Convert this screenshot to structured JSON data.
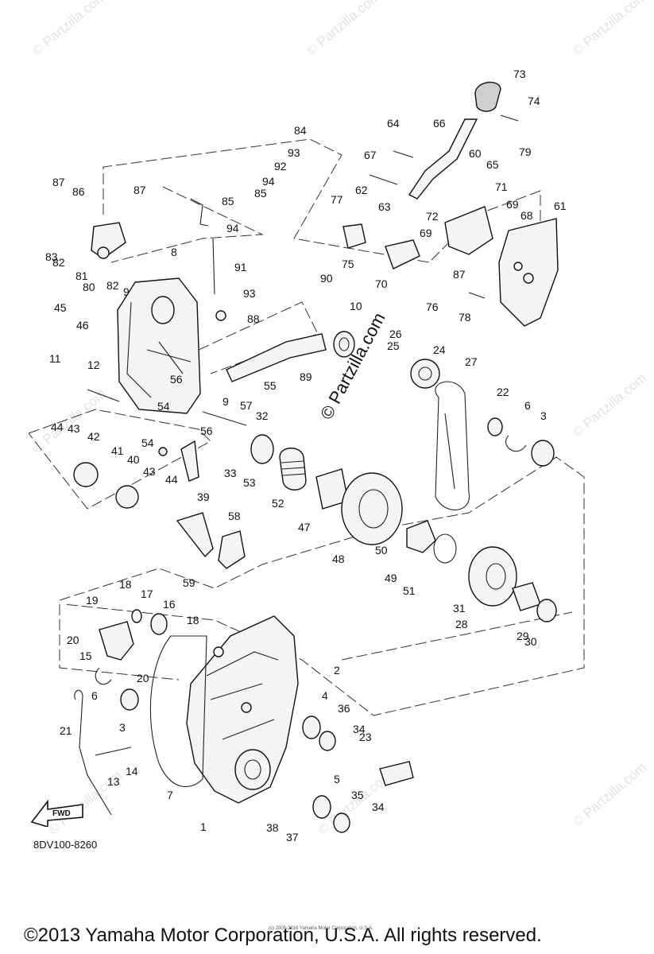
{
  "watermark_text": "© Partzilla.com",
  "center_watermark": "© Partzilla.com",
  "fwd_label": "FWD",
  "diagram_code": "8DV100-8260",
  "small_note": "(c) 2005-2016 Yamaha Motor Corporation, U.S.A.",
  "copyright": "©2013 Yamaha Motor Corporation, U.S.A. All rights reserved.",
  "callouts": [
    {
      "n": "1"
    },
    {
      "n": "2"
    },
    {
      "n": "3"
    },
    {
      "n": "3"
    },
    {
      "n": "4"
    },
    {
      "n": "5"
    },
    {
      "n": "6"
    },
    {
      "n": "6"
    },
    {
      "n": "7"
    },
    {
      "n": "8"
    },
    {
      "n": "9"
    },
    {
      "n": "9"
    },
    {
      "n": "10"
    },
    {
      "n": "11"
    },
    {
      "n": "12"
    },
    {
      "n": "13"
    },
    {
      "n": "14"
    },
    {
      "n": "15"
    },
    {
      "n": "16"
    },
    {
      "n": "17"
    },
    {
      "n": "18"
    },
    {
      "n": "18"
    },
    {
      "n": "19"
    },
    {
      "n": "20"
    },
    {
      "n": "20"
    },
    {
      "n": "21"
    },
    {
      "n": "22"
    },
    {
      "n": "23"
    },
    {
      "n": "24"
    },
    {
      "n": "25"
    },
    {
      "n": "26"
    },
    {
      "n": "27"
    },
    {
      "n": "28"
    },
    {
      "n": "29"
    },
    {
      "n": "30"
    },
    {
      "n": "31"
    },
    {
      "n": "32"
    },
    {
      "n": "33"
    },
    {
      "n": "34"
    },
    {
      "n": "34"
    },
    {
      "n": "35"
    },
    {
      "n": "36"
    },
    {
      "n": "37"
    },
    {
      "n": "38"
    },
    {
      "n": "39"
    },
    {
      "n": "40"
    },
    {
      "n": "41"
    },
    {
      "n": "42"
    },
    {
      "n": "43"
    },
    {
      "n": "43"
    },
    {
      "n": "44"
    },
    {
      "n": "44"
    },
    {
      "n": "45"
    },
    {
      "n": "46"
    },
    {
      "n": "47"
    },
    {
      "n": "48"
    },
    {
      "n": "49"
    },
    {
      "n": "50"
    },
    {
      "n": "51"
    },
    {
      "n": "52"
    },
    {
      "n": "53"
    },
    {
      "n": "54"
    },
    {
      "n": "54"
    },
    {
      "n": "55"
    },
    {
      "n": "56"
    },
    {
      "n": "56"
    },
    {
      "n": "57"
    },
    {
      "n": "58"
    },
    {
      "n": "59"
    },
    {
      "n": "60"
    },
    {
      "n": "61"
    },
    {
      "n": "62"
    },
    {
      "n": "63"
    },
    {
      "n": "64"
    },
    {
      "n": "65"
    },
    {
      "n": "66"
    },
    {
      "n": "67"
    },
    {
      "n": "68"
    },
    {
      "n": "69"
    },
    {
      "n": "69"
    },
    {
      "n": "70"
    },
    {
      "n": "71"
    },
    {
      "n": "72"
    },
    {
      "n": "73"
    },
    {
      "n": "74"
    },
    {
      "n": "75"
    },
    {
      "n": "76"
    },
    {
      "n": "77"
    },
    {
      "n": "78"
    },
    {
      "n": "79"
    },
    {
      "n": "80"
    },
    {
      "n": "81"
    },
    {
      "n": "82"
    },
    {
      "n": "82"
    },
    {
      "n": "83"
    },
    {
      "n": "84"
    },
    {
      "n": "85"
    },
    {
      "n": "85"
    },
    {
      "n": "86"
    },
    {
      "n": "87"
    },
    {
      "n": "87"
    },
    {
      "n": "87"
    },
    {
      "n": "88"
    },
    {
      "n": "89"
    },
    {
      "n": "90"
    },
    {
      "n": "91"
    },
    {
      "n": "92"
    },
    {
      "n": "93"
    },
    {
      "n": "93"
    },
    {
      "n": "94"
    },
    {
      "n": "94"
    }
  ]
}
